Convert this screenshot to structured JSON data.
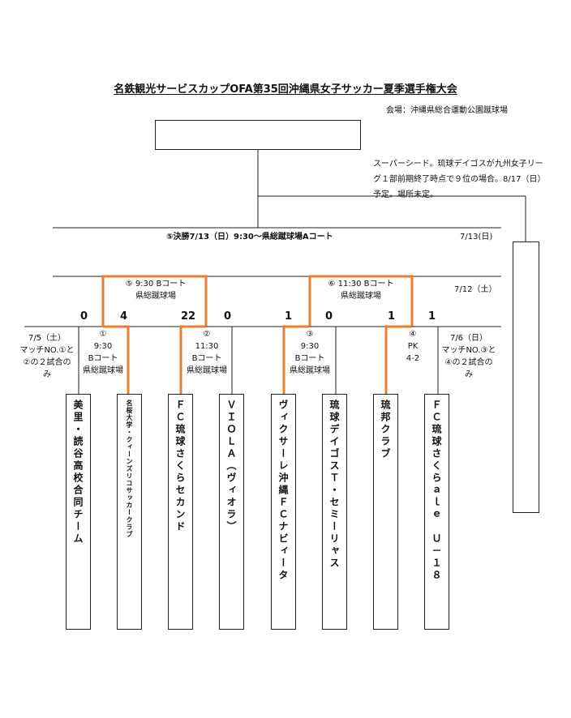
{
  "header": {
    "title": "名鉄観光サービスカップOFA第35回沖縄県女子サッカー夏季選手権大会",
    "venue": "会場：沖縄県総合運動公園蹴球場"
  },
  "note": {
    "super_seed": "スーパーシード。琉球デイゴスが九州女子リーグ１部前期終了時点で９位の場合。8/17（日）予定。場所未定。"
  },
  "final": {
    "label": "⑤決勝7/13（日）9:30～県総蹴球場Aコート",
    "date": "7/13(日)"
  },
  "semis": {
    "left": {
      "line1": "⑤ 9:30 Bコート",
      "line2": "県総蹴球場"
    },
    "right": {
      "line1": "⑥ 11:30 Bコート",
      "line2": "県総蹴球場"
    },
    "date": "7/12（土）"
  },
  "scores": {
    "s1": "0",
    "s2": "4",
    "s3": "22",
    "s4": "0",
    "s5": "1",
    "s6": "0",
    "s7": "1",
    "s8": "1"
  },
  "matches": {
    "m1": {
      "num": "①",
      "time": "9:30",
      "court": "Bコート",
      "venue": "県総蹴球場"
    },
    "m2": {
      "num": "②",
      "time": "11:30",
      "court": "Bコート",
      "venue": "県総蹴球場"
    },
    "m3": {
      "num": "③",
      "time": "9:30",
      "court": "Bコート",
      "venue": "県総蹴球場"
    },
    "m4": {
      "num": "④",
      "time": "PK",
      "court": "4-2"
    }
  },
  "side_notes": {
    "left": {
      "date": "7/5（土）",
      "text1": "マッチNO.①と",
      "text2": "②の２試合の",
      "text3": "み"
    },
    "right": {
      "date": "7/6（日）",
      "text1": "マッチNO.③と",
      "text2": "④の２試合の",
      "text3": "み"
    }
  },
  "teams": {
    "t1": "美里・読谷高校合同チーム",
    "t2": "名桜大学・クィーンズリコサッカークラブ",
    "t3": "ＦＣ琉球さくらセカンド",
    "t4": "ＶＩＯＬＡ（ヴィオラ）",
    "t5": "ヴィクサーレ沖縄ＦＣナビィータ",
    "t6": "琉球デイゴスＴ・セミーリャス",
    "t7": "琉邦クラブ",
    "t8": "ＦＣ琉球さくらａｌｅ　Ｕ－１８"
  },
  "colors": {
    "line": "#222222",
    "winner": "#ee7d31"
  }
}
